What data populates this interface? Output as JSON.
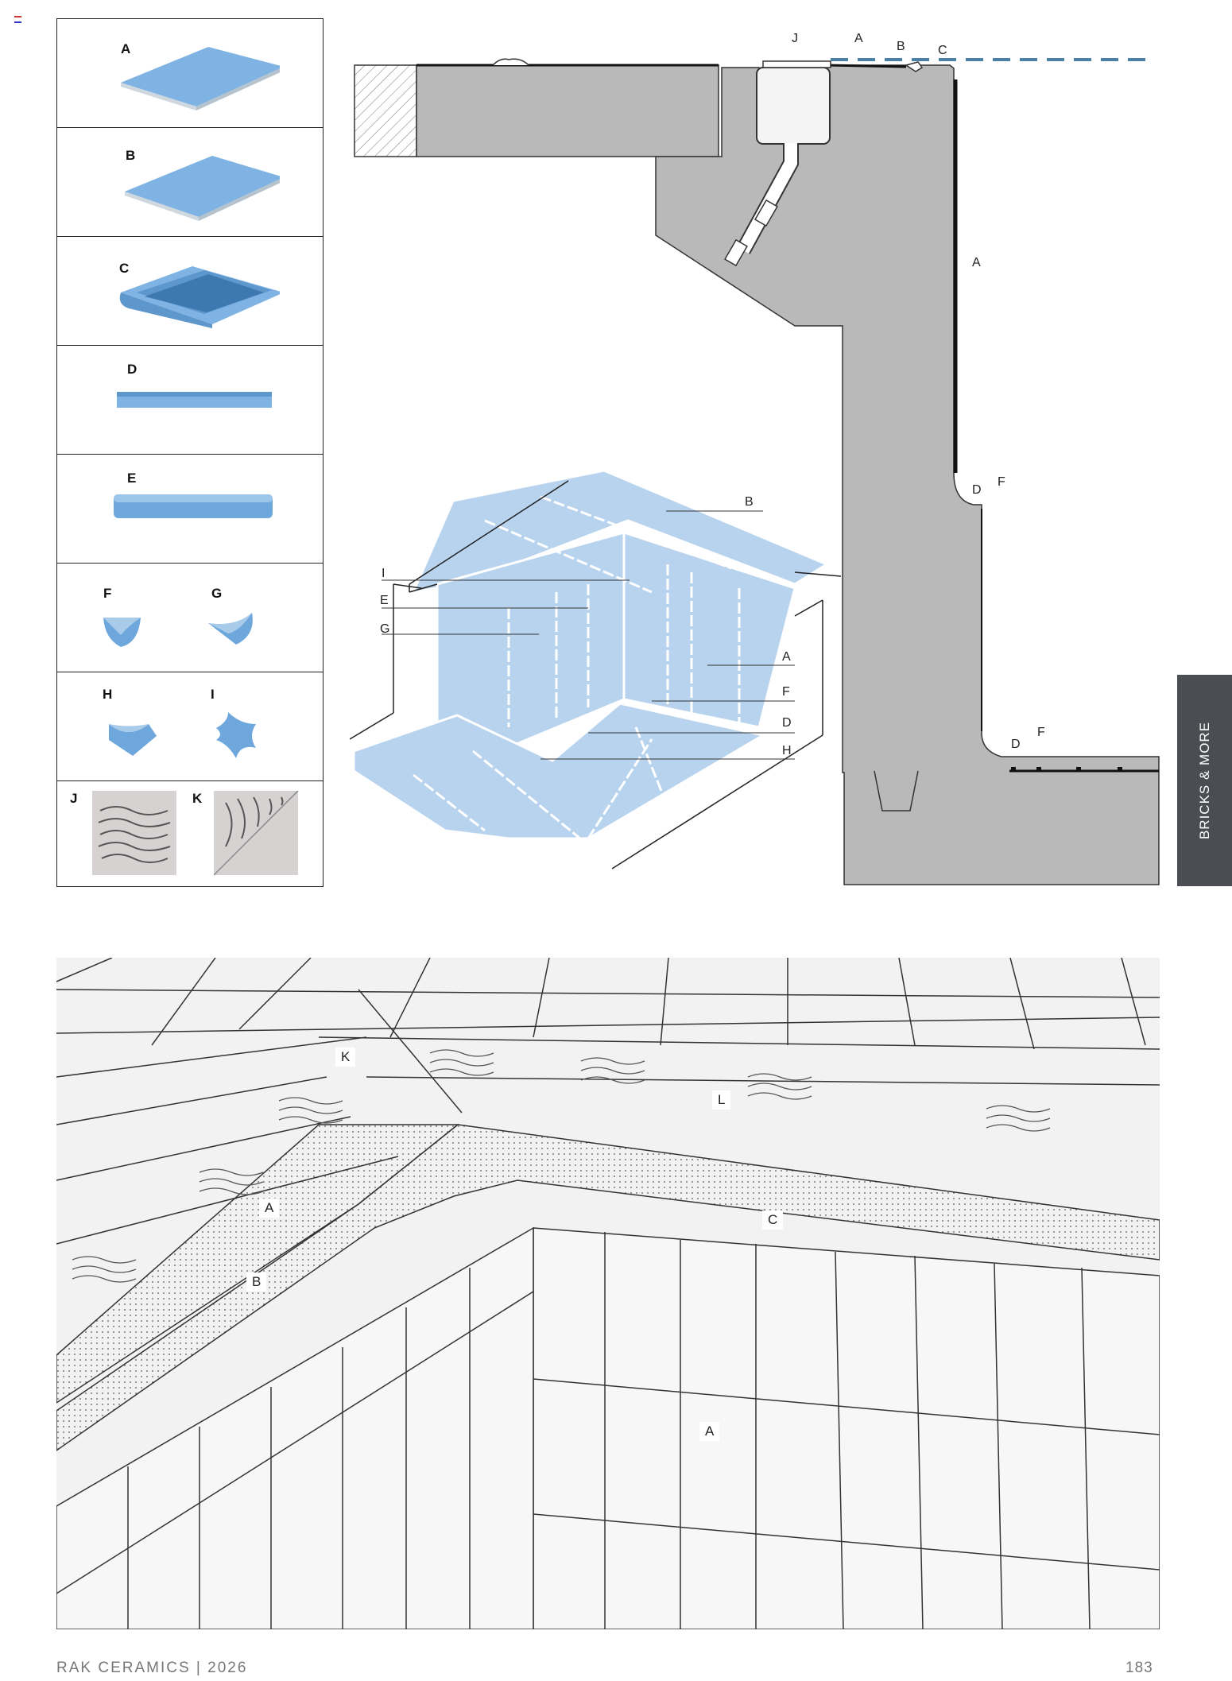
{
  "catalog": {
    "items": [
      {
        "labels": [
          "A"
        ]
      },
      {
        "labels": [
          "B"
        ]
      },
      {
        "labels": [
          "C"
        ]
      },
      {
        "labels": [
          "D"
        ]
      },
      {
        "labels": [
          "E"
        ]
      },
      {
        "labels": [
          "F",
          "G"
        ]
      },
      {
        "labels": [
          "H",
          "I"
        ]
      },
      {
        "labels": [
          "J",
          "K"
        ]
      }
    ]
  },
  "section_labels": {
    "top_j": "J",
    "top_a": "A",
    "top_b": "B",
    "top_c": "C",
    "wall_a": "A",
    "mid_d": "D",
    "mid_f": "F",
    "low_d": "D",
    "low_f": "F"
  },
  "iso_labels": {
    "b": "B",
    "i": "I",
    "e": "E",
    "g": "G",
    "a": "A",
    "f": "F",
    "d": "D",
    "h": "H"
  },
  "render_labels": {
    "k": "K",
    "l": "L",
    "a_left": "A",
    "b": "B",
    "c": "C",
    "a_wall": "A"
  },
  "side_tab": "BRICKS & MORE",
  "footer": {
    "left": "RAK CERAMICS | 2026",
    "right": "183"
  },
  "colors": {
    "tile_blue": "#6fa8dc",
    "concrete": "#b8b8b8",
    "tab_bg": "#4a4d52",
    "waterline": "#4a7fa8"
  }
}
